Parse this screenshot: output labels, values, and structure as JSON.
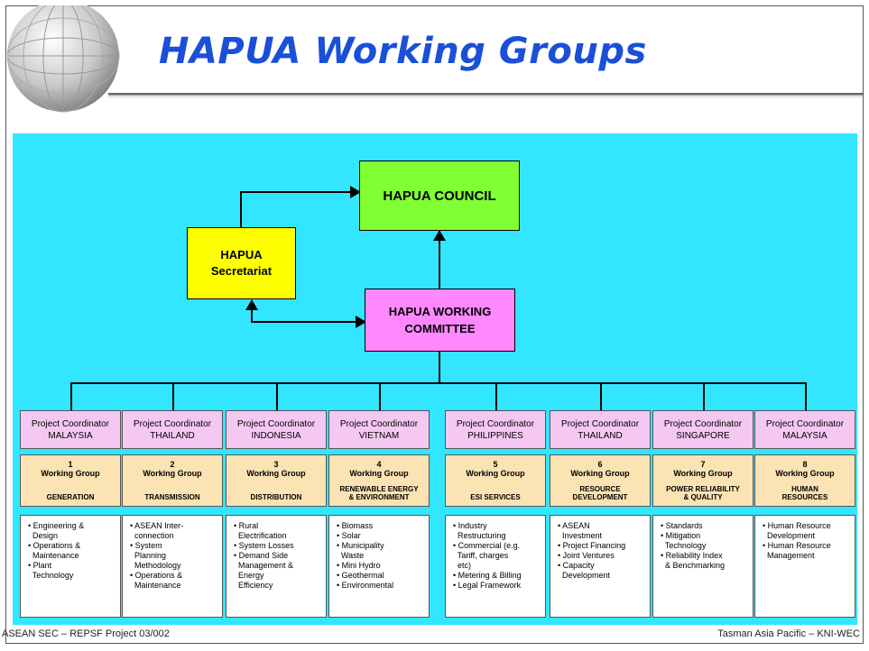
{
  "title": "HAPUA Working Groups",
  "chart": {
    "council": "HAPUA COUNCIL",
    "secretariat_line1": "HAPUA",
    "secretariat_line2": "Secretariat",
    "committee_line1": "HAPUA WORKING",
    "committee_line2": "COMMITTEE"
  },
  "groups": [
    {
      "coord_label": "Project Coordinator",
      "country": "MALAYSIA",
      "number": "1",
      "wg": "Working Group",
      "area1": "GENERATION",
      "area2": "",
      "items": [
        "• Engineering &",
        "  Design",
        "• Operations &",
        "  Maintenance",
        "• Plant",
        "  Technology"
      ]
    },
    {
      "coord_label": "Project Coordinator",
      "country": "THAILAND",
      "number": "2",
      "wg": "Working Group",
      "area1": "TRANSMISSION",
      "area2": "",
      "items": [
        "• ASEAN Inter-",
        "  connection",
        "• System",
        "  Planning",
        "  Methodology",
        "• Operations &",
        "  Maintenance"
      ]
    },
    {
      "coord_label": "Project Coordinator",
      "country": "INDONESIA",
      "number": "3",
      "wg": "Working Group",
      "area1": "DISTRIBUTION",
      "area2": "",
      "items": [
        "• Rural",
        "  Electrification",
        "• System Losses",
        "• Demand Side",
        "  Management &",
        "  Energy",
        "  Efficiency"
      ]
    },
    {
      "coord_label": "Project Coordinator",
      "country": "VIETNAM",
      "number": "4",
      "wg": "Working Group",
      "area1": "RENEWABLE ENERGY",
      "area2": "& ENVIRONMENT",
      "items": [
        "• Biomass",
        "• Solar",
        "• Municipality",
        "  Waste",
        "• Mini Hydro",
        "• Geothermal",
        "• Environmental"
      ]
    },
    {
      "coord_label": "Project Coordinator",
      "country": "PHILIPPINES",
      "number": "5",
      "wg": "Working Group",
      "area1": "ESI SERVICES",
      "area2": "",
      "items": [
        "• Industry",
        "  Restructuring",
        "• Commercial (e.g.",
        "  Tariff, charges",
        "  etc)",
        "• Metering & Billing",
        "• Legal Framework"
      ]
    },
    {
      "coord_label": "Project Coordinator",
      "country": "THAILAND",
      "number": "6",
      "wg": "Working Group",
      "area1": "RESOURCE",
      "area2": "DEVELOPMENT",
      "items": [
        "• ASEAN",
        "  Investment",
        "• Project Financing",
        "• Joint Ventures",
        "• Capacity",
        "  Development"
      ]
    },
    {
      "coord_label": "Project Coordinator",
      "country": "SINGAPORE",
      "number": "7",
      "wg": "Working Group",
      "area1": "POWER RELIABILITY",
      "area2": "& QUALITY",
      "items": [
        "• Standards",
        "• Mitigation",
        "  Technology",
        "• Reliability Index",
        "  & Benchmarking"
      ]
    },
    {
      "coord_label": "Project Coordinator",
      "country": "MALAYSIA",
      "number": "8",
      "wg": "Working Group",
      "area1": "HUMAN",
      "area2": "RESOURCES",
      "items": [
        "• Human Resource",
        "  Development",
        "• Human Resource",
        "  Management"
      ]
    }
  ],
  "footer": {
    "left": "ASEAN SEC – REPSF Project 03/002",
    "right": "Tasman Asia Pacific – KNI-WEC"
  }
}
